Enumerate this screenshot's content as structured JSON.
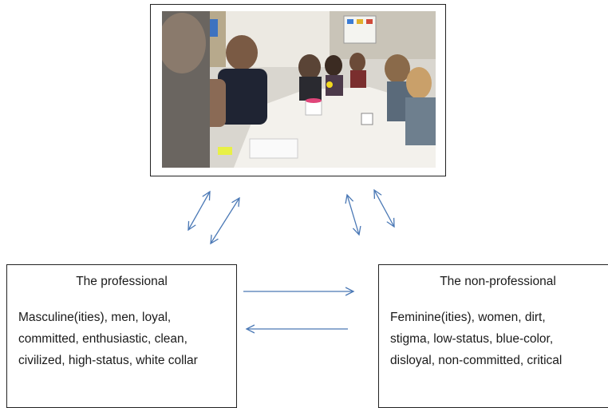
{
  "diagram": {
    "photo": {
      "description_icon": "meeting-photo"
    },
    "professional": {
      "title": "The professional",
      "lines": [
        "Masculine(ities), men, loyal,",
        "committed, enthusiastic, clean,",
        "civilized, high-status, white collar"
      ]
    },
    "non_professional": {
      "title": "The non-professional",
      "lines": [
        "Feminine(ities), women, dirt,",
        "stigma, low-status, blue-color,",
        "disloyal, non-committed, critical"
      ]
    },
    "colors": {
      "arrow": "#4a78b5",
      "border": "#222222"
    }
  }
}
